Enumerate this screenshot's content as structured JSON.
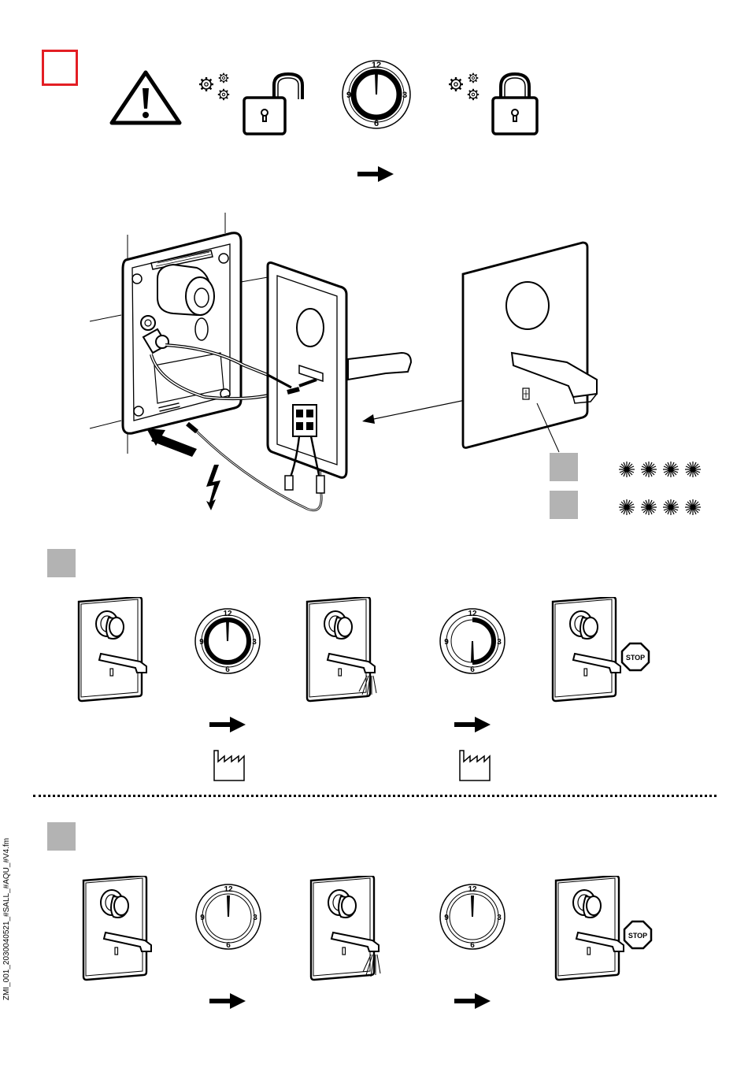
{
  "colors": {
    "accent_red": "#e31e24",
    "step_gray": "#b3b3b3",
    "ink": "#000000"
  },
  "icons": [
    "warning-triangle-icon",
    "gears-icon",
    "padlock-open-icon",
    "clock-dial-icon",
    "padlock-closed-icon",
    "arrow-right-icon",
    "lightning-icon",
    "factory-icon",
    "stop-sign-icon",
    "sensor-light-icon"
  ],
  "dial": {
    "label_12": "12",
    "label_3": "3",
    "label_6": "6",
    "label_9": "9"
  },
  "stop": {
    "label": "STOP"
  },
  "sidebar": {
    "file_code": "ZMI_001_2030040521_#SALL_#AQU_#V4.fm"
  }
}
